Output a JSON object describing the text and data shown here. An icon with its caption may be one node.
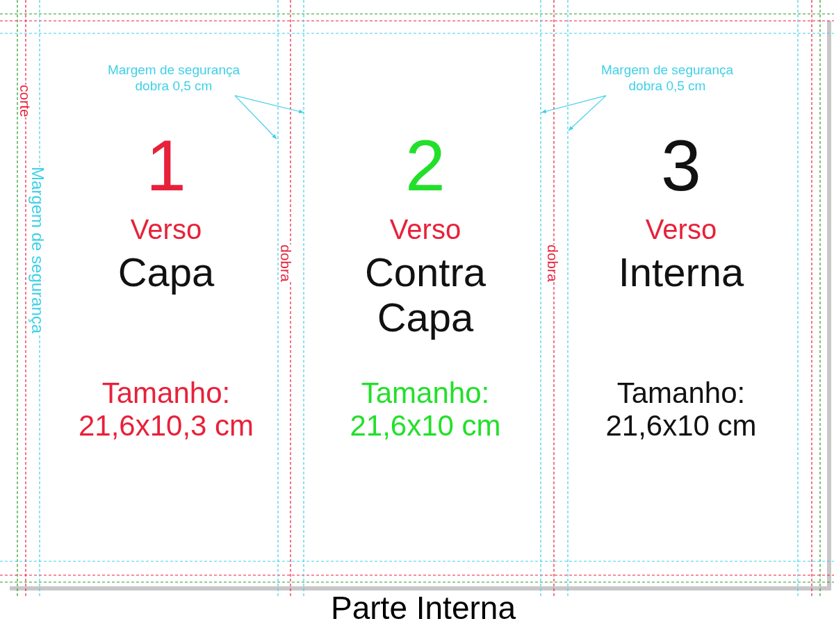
{
  "diagram": {
    "caption": "Parte Interna",
    "nodes": [
      {
        "text": [
          "1",
          "Verso",
          "Capa",
          "Tamanho: 21,6x10,3 cm"
        ]
      },
      {
        "text": [
          "2",
          "Verso",
          "Contra Capa",
          "Tamanho: 21,6x10 cm"
        ]
      },
      {
        "text": [
          "3",
          "Verso",
          "Interna",
          "Tamanho: 21,6x10 cm"
        ]
      },
      {
        "text": [
          "Margem de segurança dobra 0,5 cm"
        ]
      },
      {
        "text": [
          "Margem de segurança dobra 0,5 cm"
        ]
      }
    ],
    "edges": [
      {
        "from": 3,
        "to": null,
        "arrow": "to"
      },
      {
        "from": 3,
        "to": 0,
        "arrow": "to"
      },
      {
        "from": 4,
        "to": null,
        "arrow": "to"
      },
      {
        "from": 4,
        "to": null,
        "arrow": "to"
      }
    ],
    "labels": [
      "corte",
      "Margem de segurança",
      "dobra",
      "dobra"
    ]
  }
}
